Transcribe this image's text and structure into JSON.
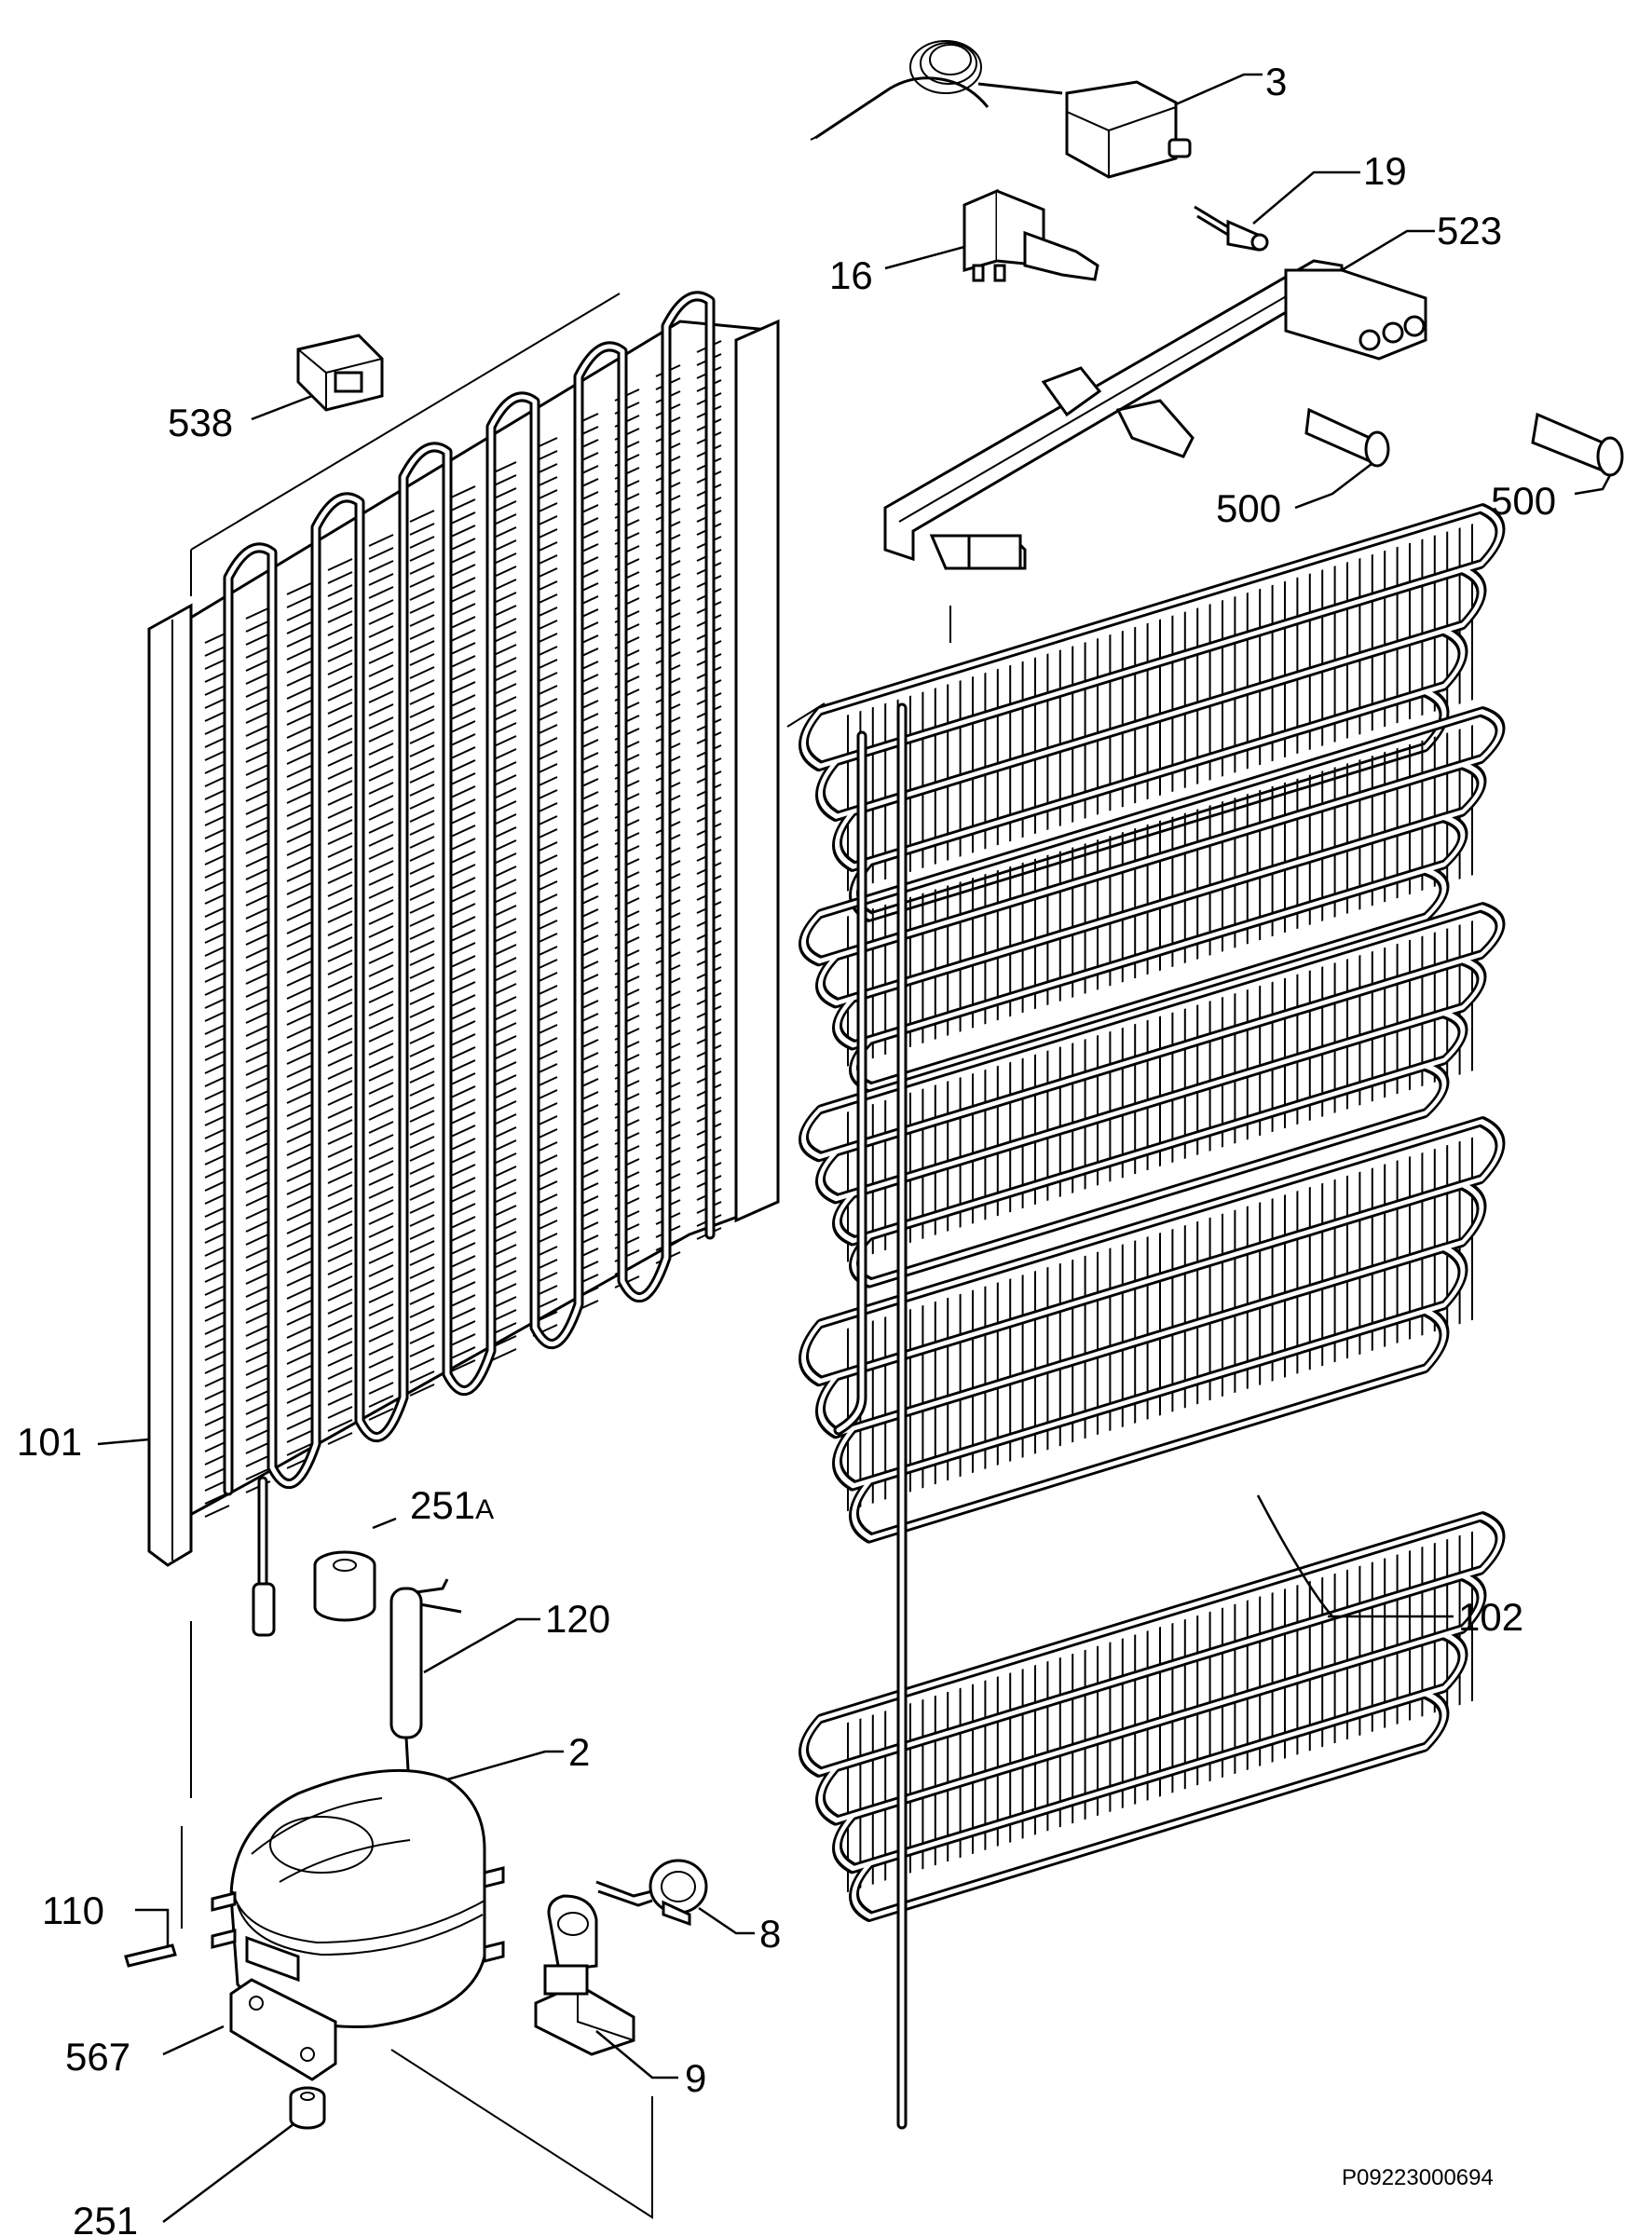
{
  "drawing_code": "P09223000694",
  "callouts": {
    "c3": "3",
    "c19": "19",
    "c523": "523",
    "c16": "16",
    "c538": "538",
    "c500a": "500",
    "c500b": "500",
    "c101": "101",
    "c251a_num": "251",
    "c251a_suffix": "A",
    "c120": "120",
    "c102": "102",
    "c2": "2",
    "c110": "110",
    "c8": "8",
    "c567": "567",
    "c9": "9",
    "c251": "251"
  }
}
